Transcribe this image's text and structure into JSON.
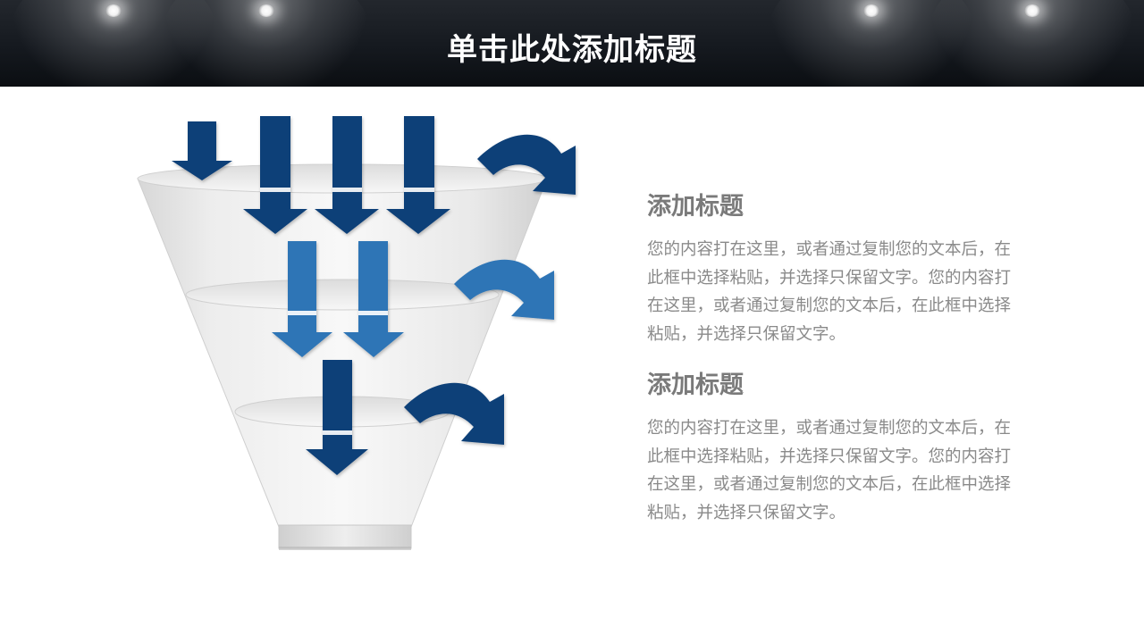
{
  "header": {
    "title": "单击此处添加标题"
  },
  "sections": [
    {
      "heading": "添加标题",
      "body": "您的内容打在这里，或者通过复制您的文本后，在此框中选择粘贴，并选择只保留文字。您的内容打在这里，或者通过复制您的文本后，在此框中选择粘贴，并选择只保留文字。"
    },
    {
      "heading": "添加标题",
      "body": "您的内容打在这里，或者通过复制您的文本后，在此框中选择粘贴，并选择只保留文字。您的内容打在这里，或者通过复制您的文本后，在此框中选择粘贴，并选择只保留文字。"
    }
  ],
  "colors": {
    "dark_blue": "#0f3f78",
    "mid_blue": "#2e75b6",
    "heading": "#7a7a7a",
    "body": "#8a8a8a",
    "header_bg": "#15191f"
  },
  "icons": [
    "down-arrow-icon",
    "curved-arrow-icon",
    "funnel-icon",
    "spotlight-icon"
  ]
}
